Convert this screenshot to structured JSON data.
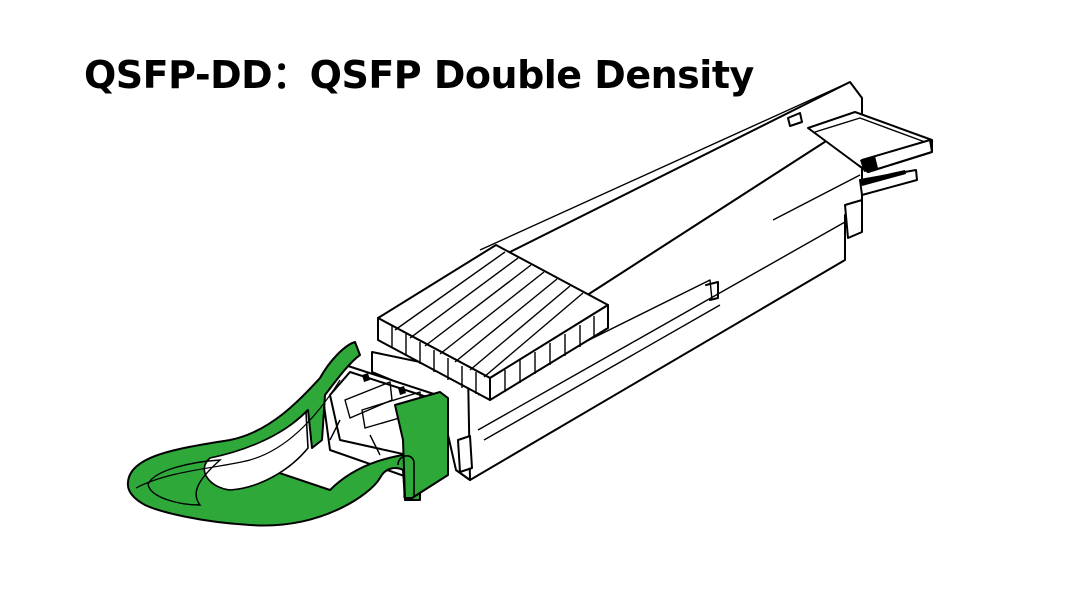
{
  "title": "QSFP-DD：QSFP Double Density",
  "diagram": {
    "subject": "QSFP-DD transceiver module",
    "parts": [
      "pull-tab",
      "optical-port",
      "heatsink-fins",
      "module-housing",
      "edge-connector"
    ],
    "colors": {
      "pull_tab": "#2fa83a",
      "outline": "#000000",
      "background": "#ffffff"
    }
  }
}
